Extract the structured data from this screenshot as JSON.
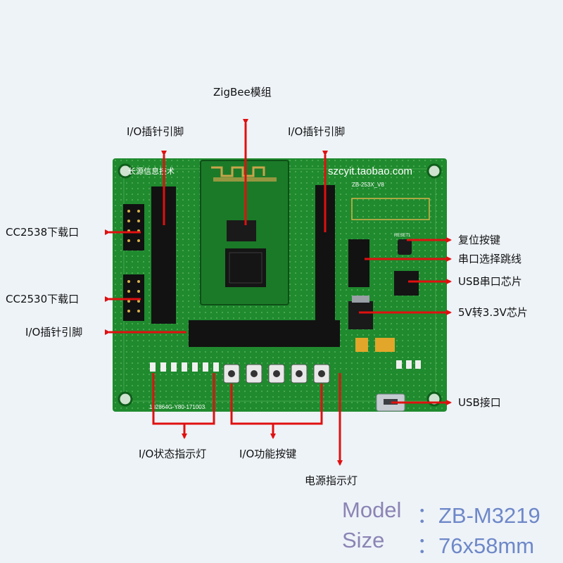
{
  "colors": {
    "background": "#eef3f8",
    "board": "#1f8a2e",
    "arrow": "#e01010",
    "spec_text": "#8b84b4"
  },
  "board": {
    "silk_brand": "长源信息技术",
    "silk_url": "szcyit.taobao.com",
    "silk_version": "ZB-253X_V8",
    "silk_serial": "102864G-Y80-171003",
    "silk_reset": "RESET1"
  },
  "callouts": {
    "zigbee_module": "ZigBee模组",
    "io_header_top_left": "I/O插针引脚",
    "io_header_top_right": "I/O插针引脚",
    "cc2538_port": "CC2538下载口",
    "cc2530_port": "CC2530下载口",
    "io_header_bottom": "I/O插针引脚",
    "reset_button": "复位按键",
    "uart_jumper": "串口选择跳线",
    "usb_uart_chip": "USB串口芯片",
    "regulator_chip": "5V转3.3V芯片",
    "usb_port": "USB接口",
    "io_status_leds": "I/O状态指示灯",
    "io_buttons": "I/O功能按键",
    "power_led": "电源指示灯"
  },
  "spec": {
    "model_label": "Model",
    "model_value": "：ZB-M3219",
    "size_label": "Size",
    "size_value": "：76x58mm"
  }
}
